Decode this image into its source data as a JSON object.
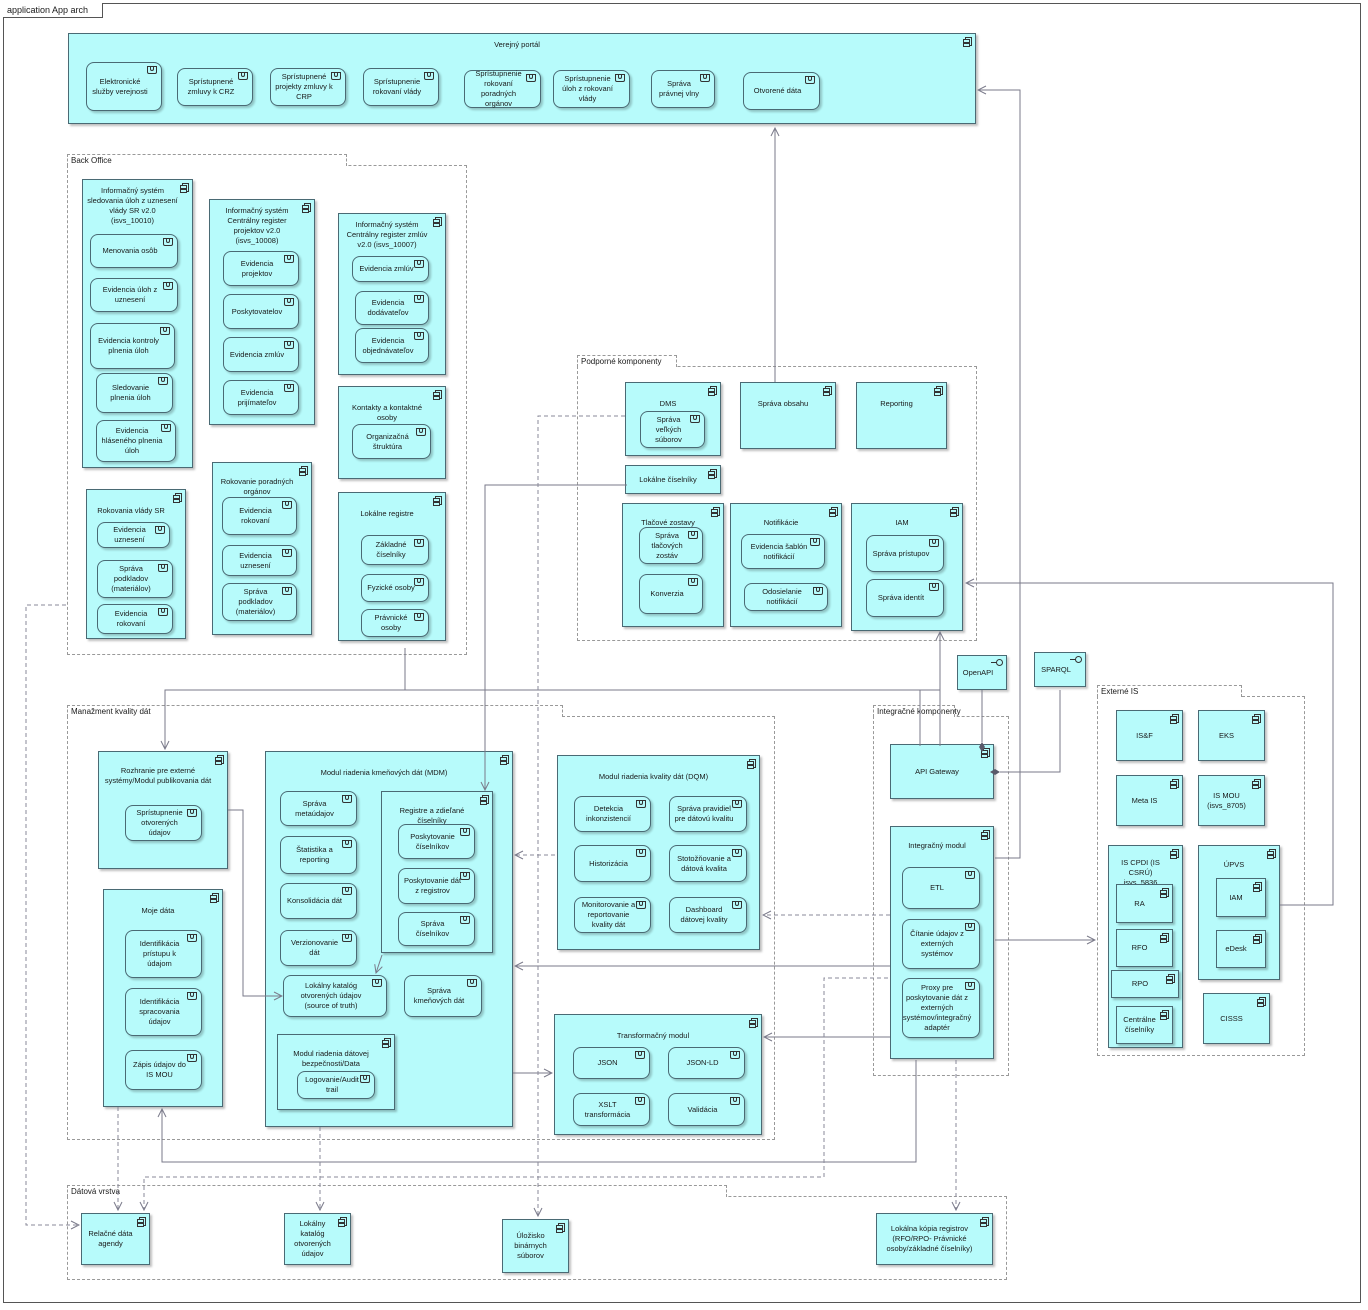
{
  "frame_title": "application App arch",
  "groups": {
    "back_office": "Back Office",
    "podporne": "Podporné komponenty",
    "manazment": "Manažment kvality dát",
    "integracne": "Integračné komponenty",
    "externe": "Externé IS",
    "datova": "Dátová vrstva"
  },
  "verejny_portal": {
    "title": "Verejný portál",
    "services": [
      "Elektronické služby verejnosti",
      "Sprístupnené zmluvy k CRZ",
      "Sprístupnené projekty zmluvy k CRP",
      "Sprístupnenie rokovaní vlády",
      "Sprístupnenie rokovaní poradných orgánov",
      "Sprístupnenie úloh z rokovaní vlády",
      "Správa právnej vlny",
      "Otvorené dáta"
    ]
  },
  "back_office": {
    "is_ulohy": {
      "title": "Informačný systém sledovania úloh z uznesení vlády SR v2.0 (isvs_10010)",
      "services": [
        "Menovania osôb",
        "Evidencia úloh z uznesení",
        "Evidencia kontroly plnenia úloh",
        "Sledovanie plnenia úloh",
        "Evidencia hláseného plnenia úloh"
      ]
    },
    "is_crp": {
      "title": "Informačný systém Centrálny register projektov v2.0 (isvs_10008)",
      "services": [
        "Evidencia projektov",
        "Poskytovatelov",
        "Evidencia zmlúv",
        "Evidencia prijímateľov"
      ]
    },
    "is_crz": {
      "title": "Informačný systém Centrálny register zmlúv v2.0 (isvs_10007)",
      "services": [
        "Evidencia zmlúv",
        "Evidencia dodávateľov",
        "Evidencia objednávateľov"
      ]
    },
    "kontakty": {
      "title": "Kontakty a kontaktné osoby",
      "services": [
        "Organizačná štruktúra"
      ]
    },
    "rokovania_vlady": {
      "title": "Rokovania vlády SR",
      "services": [
        "Evidencia uznesení",
        "Správa podkladov (materiálov)",
        "Evidencia rokovaní"
      ]
    },
    "rokovanie_porad": {
      "title": "Rokovanie poradných orgánov",
      "services": [
        "Evidencia rokovaní",
        "Evidencia uznesení",
        "Správa podkladov (materiálov)"
      ]
    },
    "lokalne_registre": {
      "title": "Lokálne registre",
      "services": [
        "Základné číselníky",
        "Fyzické osoby",
        "Právnické osoby"
      ]
    }
  },
  "podporne": {
    "dms": {
      "title": "DMS",
      "services": [
        "Správa veľkých súborov"
      ]
    },
    "sprava_obsahu": "Správa obsahu",
    "reporting": "Reporting",
    "lokalne_ciselniky": "Lokálne číselníky",
    "tlacove": {
      "title": "Tlačové zostavy",
      "services": [
        "Správa tlačových zostáv",
        "Konverzia"
      ]
    },
    "notifikacie": {
      "title": "Notifikácie",
      "services": [
        "Evidencia šablón notifikácií",
        "Odosielanie notifikácií"
      ]
    },
    "iam": {
      "title": "IAM",
      "services": [
        "Správa prístupov",
        "Správa identít"
      ]
    }
  },
  "interfaces": {
    "openapi": "OpenAPI",
    "sparql": "SPARQL"
  },
  "manazment": {
    "rozhranie": {
      "title": "Rozhranie pre externé systémy/Modul publikovania dát",
      "services": [
        "Sprístupnenie otvorených údajov"
      ]
    },
    "moje_data": {
      "title": "Moje dáta",
      "services": [
        "Identifikácia prístupu k údajom",
        "Identifikácia spracovania údajov",
        "Zápis údajov do IS MOU"
      ]
    },
    "mdm": {
      "title": "Modul riadenia kmeňových dát (MDM)",
      "services": [
        "Správa metaúdajov",
        "Štatistika a reporting",
        "Konsolidácia dát",
        "Verzionovanie dát",
        "Lokálny katalóg otvorených údajov (source of truth)",
        "Správa kmeňových dát"
      ]
    },
    "registre": {
      "title": "Registre a zdieľané číselníky",
      "services": [
        "Poskytovanie číselníkov",
        "Poskytovanie dát z registrov",
        "Správa číselníkov"
      ]
    },
    "bezpecnost": {
      "title": "Modul riadenia dátovej bezpečnosti/Data Governance",
      "services": [
        "Logovanie/Audit trail"
      ]
    },
    "dqm": {
      "title": "Modul riadenia kvality dát (DQM)",
      "services": [
        "Detekcia inkonzistencií",
        "Správa pravidiel pre dátovú kvalitu",
        "Historizácia",
        "Stotožňovanie a dátová kvalita",
        "Monitorovanie a reportovanie kvality dát",
        "Dashboard dátovej kvality"
      ]
    },
    "transformacny": {
      "title": "Transformačný modul",
      "services": [
        "JSON",
        "JSON-LD",
        "XSLT transformácia",
        "Validácia"
      ]
    }
  },
  "integracne": {
    "api_gateway": "API Gateway",
    "modul": {
      "title": "Integračný modul",
      "services": [
        "ETL",
        "Čítanie údajov z externých systémov",
        "Proxy pre poskytovanie dát z externých systémov/integračný adaptér"
      ]
    }
  },
  "externe": {
    "items": [
      "IS&F",
      "EKS",
      "Meta IS",
      "IS MOU (isvs_8705)",
      "CISSS"
    ],
    "cpdi": {
      "title": "IS CPDI (IS CSRÚ) isvs_5836",
      "items": [
        "RA",
        "RFO",
        "RPO",
        "Centrálne číselníky"
      ]
    },
    "upvs": {
      "title": "ÚPVS",
      "items": [
        "IAM",
        "eDesk"
      ]
    }
  },
  "datova": {
    "items": [
      "Relačné dáta agendy",
      "Lokálny katalóg otvorených údajov",
      "Úložisko binárnych súborov",
      "Lokálna kópia registrov (RFO/RPO- Právnické osoby/základné číselníky)"
    ]
  },
  "colors": {
    "element_fill": "#b7fbfb",
    "element_border": "#4a6a74",
    "line": "#7a7a8a"
  }
}
